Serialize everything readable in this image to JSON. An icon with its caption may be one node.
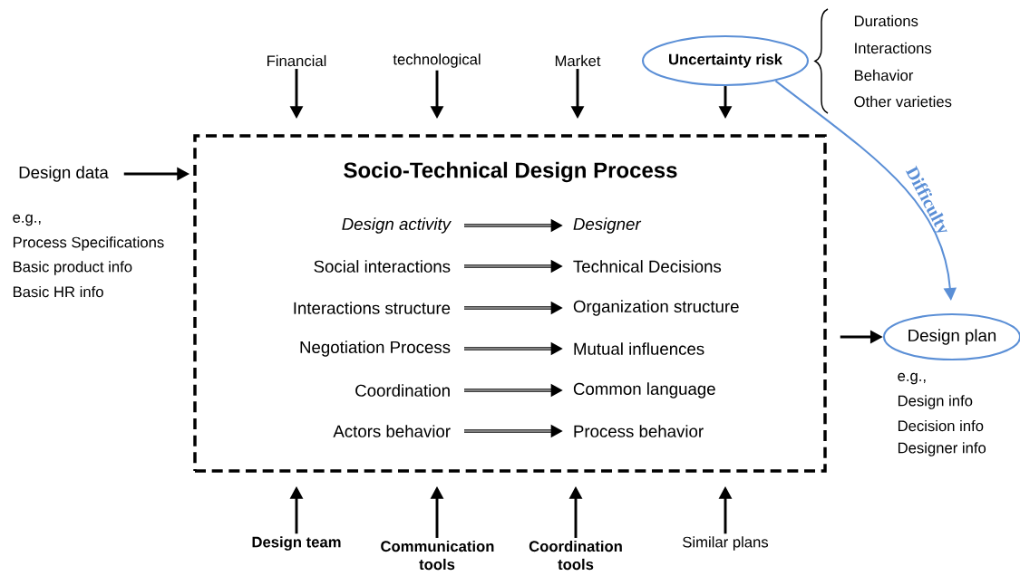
{
  "diagram": {
    "nodes": [
      {
        "text": [
          "Socio-Technical Design Process"
        ]
      },
      {
        "text": [
          "Design activity"
        ],
        "in": 0
      },
      {
        "text": [
          "Designer"
        ],
        "in": 0
      },
      {
        "text": [
          "Social interactions"
        ],
        "in": 0
      },
      {
        "text": [
          "Technical Decisions"
        ],
        "in": 0
      },
      {
        "text": [
          "Interactions structure"
        ],
        "in": 0
      },
      {
        "text": [
          "Organization structure"
        ],
        "in": 0
      },
      {
        "text": [
          "Negotiation Process"
        ],
        "in": 0
      },
      {
        "text": [
          "Mutual influences"
        ],
        "in": 0
      },
      {
        "text": [
          "Coordination"
        ],
        "in": 0
      },
      {
        "text": [
          "Common language"
        ],
        "in": 0
      },
      {
        "text": [
          "Actors behavior"
        ],
        "in": 0
      },
      {
        "text": [
          "Process behavior"
        ],
        "in": 0
      },
      {
        "text": [
          "Financial"
        ]
      },
      {
        "text": [
          "technological"
        ]
      },
      {
        "text": [
          "Market"
        ]
      },
      {
        "text": [
          "Uncertainty risk"
        ]
      },
      {
        "text": [
          "Design data"
        ],
        "beside": [
          "e.g.,",
          "Process Specifications",
          "Basic product info",
          "Basic HR info"
        ]
      },
      {
        "text": [
          "Design plan"
        ],
        "beside": [
          "e.g.,",
          "Design info",
          "Decision info",
          "Designer info"
        ]
      },
      {
        "text": [
          "Design team"
        ]
      },
      {
        "text": [
          "Communication tools"
        ]
      },
      {
        "text": [
          "Coordination tools"
        ]
      },
      {
        "text": [
          "Similar plans"
        ]
      }
    ],
    "edges": [
      {
        "from": 1,
        "to": 2,
        "arrow": "to"
      },
      {
        "from": 3,
        "to": 4,
        "arrow": "to"
      },
      {
        "from": 5,
        "to": 6,
        "arrow": "to"
      },
      {
        "from": 7,
        "to": 8,
        "arrow": "to"
      },
      {
        "from": 9,
        "to": 10,
        "arrow": "to"
      },
      {
        "from": 11,
        "to": 12,
        "arrow": "to"
      },
      {
        "from": 13,
        "to": 0,
        "arrow": "to"
      },
      {
        "from": 14,
        "to": 0,
        "arrow": "to"
      },
      {
        "from": 15,
        "to": 0,
        "arrow": "to"
      },
      {
        "from": 16,
        "to": 0,
        "arrow": "to"
      },
      {
        "from": 17,
        "to": 0,
        "arrow": "to"
      },
      {
        "from": 0,
        "to": 18,
        "arrow": "to"
      },
      {
        "from": 19,
        "to": 0,
        "arrow": "to"
      },
      {
        "from": 20,
        "to": 0,
        "arrow": "to"
      },
      {
        "from": 21,
        "to": 0,
        "arrow": "to"
      },
      {
        "from": 22,
        "to": 0,
        "arrow": "to"
      },
      {
        "from": 16,
        "to": 18,
        "arrow": "to",
        "label": "Difficulty",
        "color": "#5b8fd6"
      }
    ],
    "labels": [
      "Durations",
      "Interactions",
      "Behavior",
      "Other varieties"
    ]
  }
}
